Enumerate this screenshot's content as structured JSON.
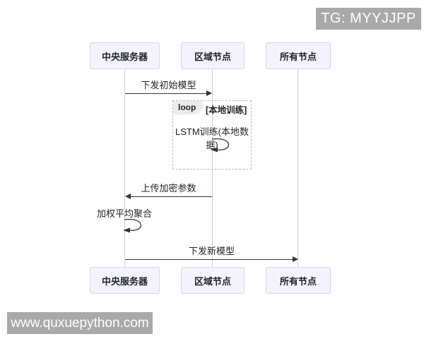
{
  "badge": {
    "text": "TG: MYYJJPP"
  },
  "watermark": {
    "text": "www.quxuepython.com"
  },
  "diagram": {
    "type": "sequence",
    "actors": [
      {
        "label": "中央服务器"
      },
      {
        "label": "区域节点"
      },
      {
        "label": "所有节点"
      }
    ],
    "messages": [
      {
        "text": "下发初始模型",
        "from": "中央服务器",
        "to": "区域节点",
        "kind": "solid-arrow-right"
      },
      {
        "text": "上传加密参数",
        "from": "区域节点",
        "to": "中央服务器",
        "kind": "solid-arrow-left"
      },
      {
        "text": "加权平均聚合",
        "from": "中央服务器",
        "to": "中央服务器",
        "kind": "self-loop"
      },
      {
        "text": "下发新模型",
        "from": "中央服务器",
        "to": "所有节点",
        "kind": "solid-arrow-right"
      }
    ],
    "loop_frame": {
      "operator": "loop",
      "condition": "[本地训练]",
      "message": {
        "text": "LSTM训练(本地数据)",
        "from": "区域节点",
        "to": "区域节点",
        "kind": "self-loop"
      }
    }
  },
  "colors": {
    "badge_bg": "#a9a9a9",
    "watermark_bg": "#a9a9a9",
    "actor_fill": "#f3f3fc",
    "actor_border": "#d5d5e8",
    "lifeline": "#cfcfcf",
    "message_line": "#333333",
    "loop_border": "#bcbcbc",
    "loop_label_bg": "#ececec",
    "text": "#1f2328"
  }
}
